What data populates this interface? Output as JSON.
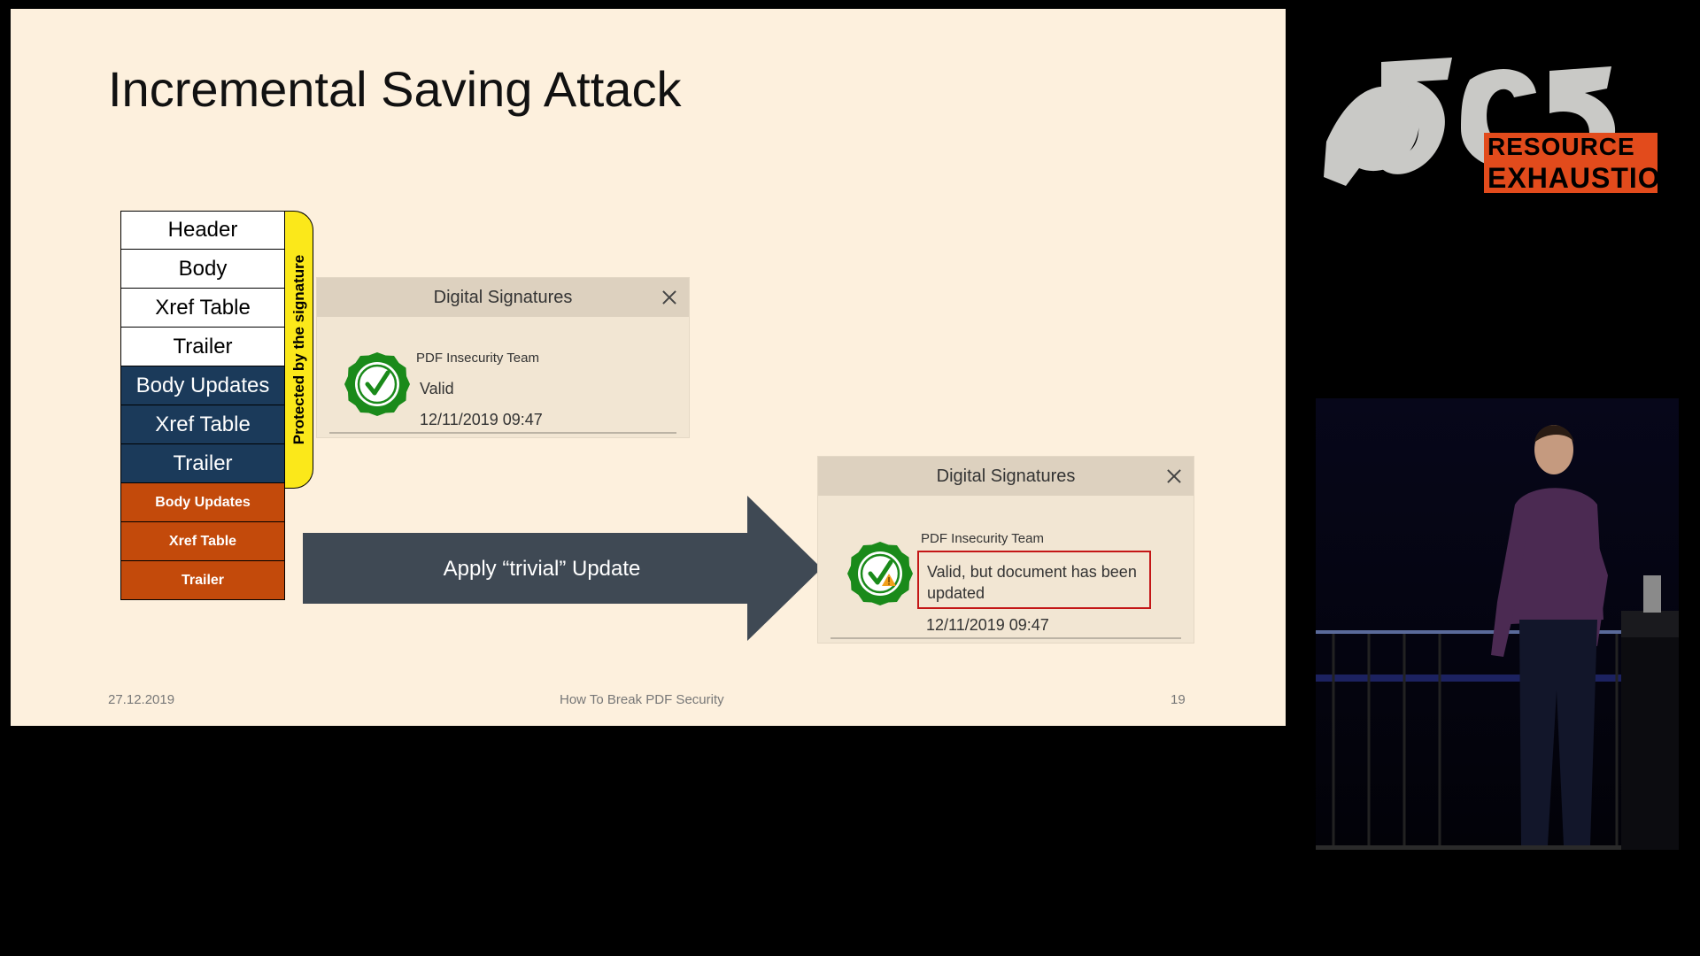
{
  "slide": {
    "title": "Incremental Saving Attack",
    "stack": {
      "original": [
        "Header",
        "Body",
        "Xref Table",
        "Trailer"
      ],
      "updates": [
        "Body Updates",
        "Xref Table",
        "Trailer"
      ],
      "attack": [
        "Body Updates",
        "Xref Table",
        "Trailer"
      ]
    },
    "bracket_label": "Protected by the signature",
    "dialog1": {
      "title": "Digital Signatures",
      "signer": "PDF Insecurity Team",
      "status": "Valid",
      "date": "12/11/2019 09:47"
    },
    "arrow_label": "Apply “trivial” Update",
    "dialog2": {
      "title": "Digital Signatures",
      "signer": "PDF Insecurity Team",
      "status": "Valid, but document has been updated",
      "date": "12/11/2019 09:47"
    },
    "footer": {
      "date": "27.12.2019",
      "center": "How To Break PDF Security",
      "page": "19"
    }
  },
  "logo": {
    "line1": "RESOURCE",
    "line2": "EXHAUSTION"
  },
  "colors": {
    "slide_bg": "#fdf0dd",
    "navy": "#1b3a5a",
    "orange": "#c34a0b",
    "bracket": "#fbe81a",
    "seal_green": "#1a8a1a",
    "arrow": "#3f4954",
    "highlight": "#c41616",
    "logo_accent": "#e24b1c"
  },
  "icons": [
    "close-icon",
    "verified-seal-icon",
    "verified-seal-warning-icon",
    "arrow-right-icon"
  ]
}
